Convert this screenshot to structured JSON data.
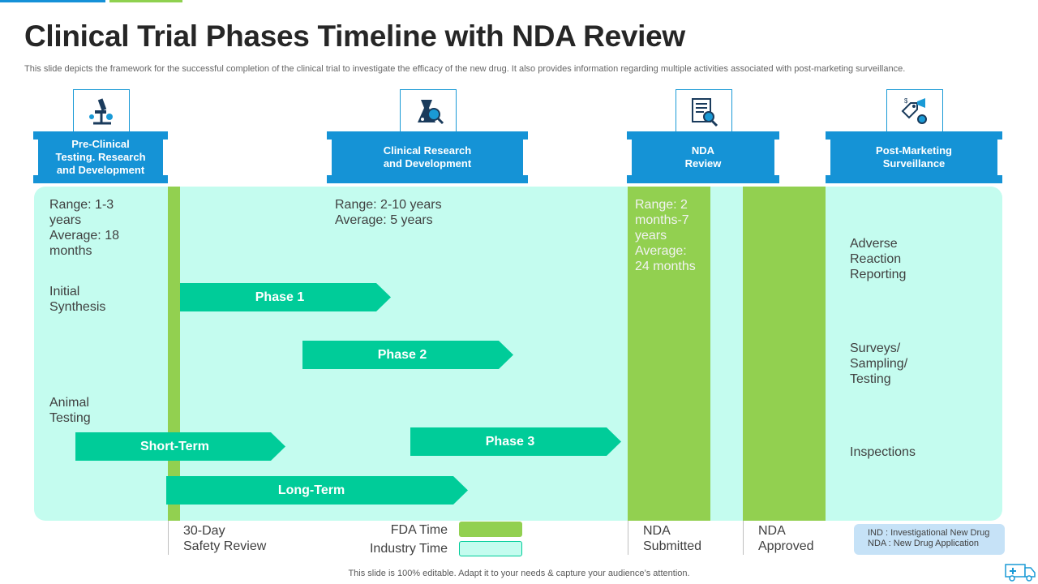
{
  "title": "Clinical Trial Phases Timeline with NDA Review",
  "subtitle": "This slide depicts the framework for the successful completion of the clinical trial to investigate the efficacy of the new drug. It also provides information regarding multiple activities associated with post-marketing surveillance.",
  "headers": [
    {
      "label": "Pre-Clinical\nTesting. Research\nand Development",
      "icon": "microscope-icon"
    },
    {
      "label": "Clinical Research\nand Development",
      "icon": "lab-flask-magnifier-icon"
    },
    {
      "label": "NDA\nReview",
      "icon": "document-search-icon"
    },
    {
      "label": "Post-Marketing\nSurveillance",
      "icon": "marketing-tag-megaphone-icon"
    }
  ],
  "preclinical": {
    "range": "Range:  1-3\nyears\nAverage: 18\nmonths",
    "initial_synthesis": "Initial\nSynthesis",
    "animal_testing": "Animal\nTesting"
  },
  "clinical": {
    "range": "Range: 2-10 years\nAverage: 5 years"
  },
  "nda_review": {
    "range": "Range: 2\nmonths-7\nyears\nAverage:\n24 months"
  },
  "post_marketing": {
    "items": [
      "Adverse\nReaction\nReporting",
      "Surveys/\nSampling/\nTesting",
      "Inspections"
    ]
  },
  "arrows": {
    "phase1": "Phase 1",
    "phase2": "Phase 2",
    "phase3": "Phase 3",
    "short_term": "Short-Term",
    "long_term": "Long-Term"
  },
  "bottom_labels": {
    "safety_review": "30-Day\nSafety Review",
    "nda_submitted": "NDA\nSubmitted",
    "nda_approved": "NDA\nApproved"
  },
  "legend": {
    "fda_time": "FDA Time",
    "industry_time": "Industry  Time",
    "fda_color": "#92d050",
    "industry_color": "#c4fcef"
  },
  "abbreviations": {
    "ind": "IND : Investigational New Drug",
    "nda": "NDA : New Drug Application"
  },
  "footer": "This slide is 100% editable.  Adapt it to your needs & capture your audience’s attention.",
  "colors": {
    "header_blue": "#1593d6",
    "arrow_teal": "#00cc99",
    "band_green": "#92d050",
    "panel_mint": "#c4fcef"
  }
}
